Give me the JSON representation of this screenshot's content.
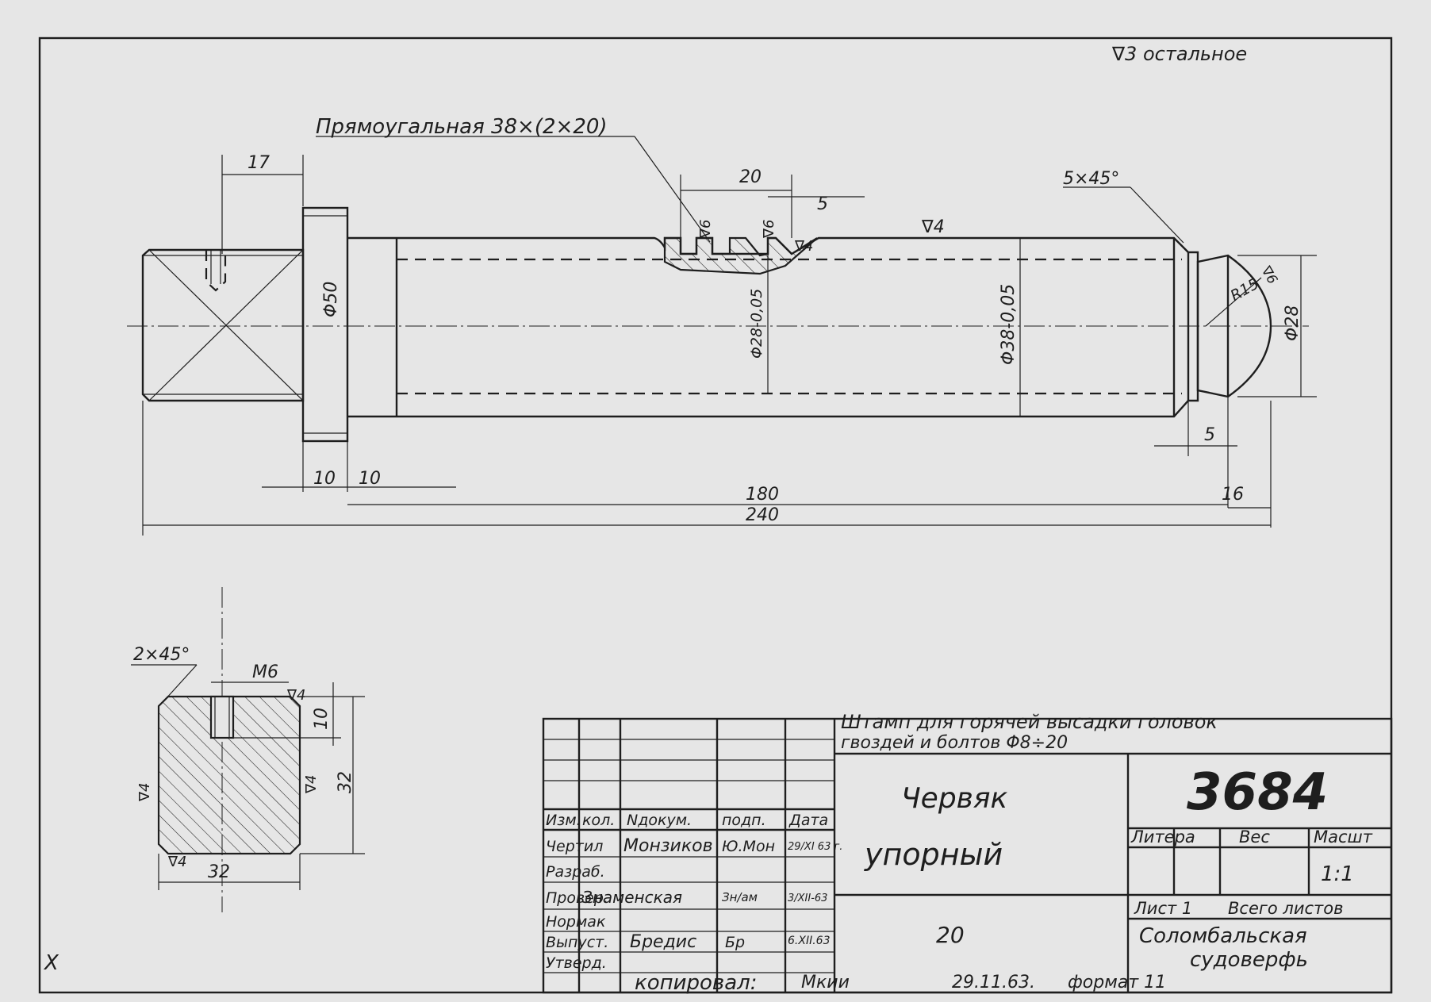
{
  "notes": {
    "surface_rest": "∇3 остальное",
    "keyway_callout": "Прямоугальная 38×(2×20)",
    "chamfer_right": "5×45°",
    "chamfer_section": "2×45°",
    "thread_section": "М6",
    "radius_tip": "R15"
  },
  "surface_marks": {
    "flange_slot": "∇6",
    "slot_bottom": "∇6",
    "slot_side": "∇4",
    "shaft": "∇4",
    "tip": "∇6",
    "section_top": "∇4",
    "section_left": "∇4",
    "section_right": "∇4",
    "section_bottom": "∇4"
  },
  "dimensions": {
    "d17": "17",
    "d20_slot": "20",
    "d5_slot": "5",
    "phi50": "Φ50",
    "phi28_neck": "Φ28-0,05",
    "phi38": "Φ38-0,05",
    "phi28_tip": "Φ28",
    "d5_tip": "5",
    "d10_left": "10",
    "d10_right": "10",
    "d180": "180",
    "d240": "240",
    "d16": "16",
    "d10_section": "10",
    "d32_vertical": "32",
    "d32_horizontal": "32"
  },
  "title_block": {
    "headers": [
      "Изм.",
      "кол.",
      "Nдокум.",
      "подп.",
      "Дата"
    ],
    "rows": [
      {
        "role": "Чертил",
        "name": "Монзиков",
        "signature": "Ю.Мон",
        "date": "29/XI 63 г."
      },
      {
        "role": "Разраб.",
        "name": "",
        "signature": "",
        "date": ""
      },
      {
        "role": "Провер.",
        "name": "Знаменская",
        "signature": "Зн/ам",
        "date": "3/XII-63"
      },
      {
        "role": "Нормак",
        "name": "",
        "signature": "",
        "date": ""
      },
      {
        "role": "Выпуст.",
        "name": "Бредис",
        "signature": "Бр",
        "date": "6.XII.63"
      },
      {
        "role": "Утверд.",
        "name": "",
        "signature": "",
        "date": ""
      }
    ],
    "assembly_title_1": "Штамп для горячей высадки головок",
    "assembly_title_2": "гвоздей и болтов Φ8÷20",
    "part_name_1": "Червяк",
    "part_name_2": "упорный",
    "material": "20",
    "drawing_number": "3684",
    "litera_label": "Литера",
    "weight_label": "Вес",
    "scale_label": "Масшт",
    "scale_value": "1:1",
    "sheet_label": "Лист 1",
    "sheets_total_label": "Всего листов",
    "organization_1": "Соломбальская",
    "organization_2": "судоверфь"
  },
  "footer": {
    "copied_by": "копировал:",
    "copier_sign": "Мкии",
    "copy_date": "29.11.63.",
    "format": "формат 11"
  },
  "corner_mark": "Х",
  "colors": {
    "paper": "#e6e6e6",
    "ink": "#1e1e1e"
  }
}
